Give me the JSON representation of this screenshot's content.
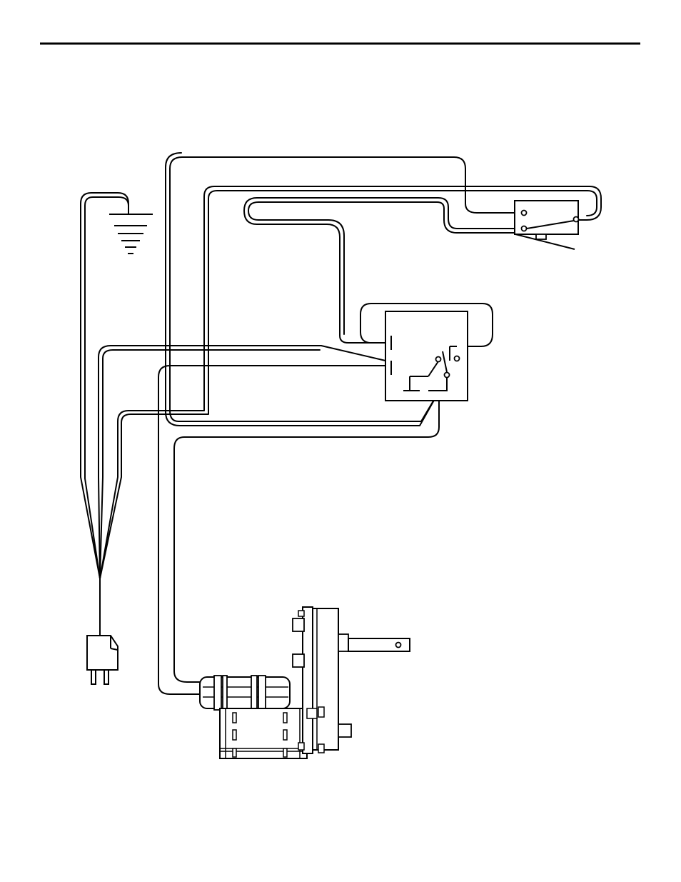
{
  "page": {
    "header_rule_color": "#000000",
    "background": "#ffffff"
  },
  "diagram": {
    "type": "wiring-diagram",
    "components": [
      {
        "id": "ground",
        "icon": "ground-symbol-icon"
      },
      {
        "id": "plug",
        "icon": "three-prong-plug-icon"
      },
      {
        "id": "limit-switch",
        "icon": "lever-microswitch-icon"
      },
      {
        "id": "relay",
        "icon": "relay-switch-icon"
      },
      {
        "id": "motor",
        "icon": "gear-motor-icon"
      }
    ],
    "line_color": "#000000"
  }
}
